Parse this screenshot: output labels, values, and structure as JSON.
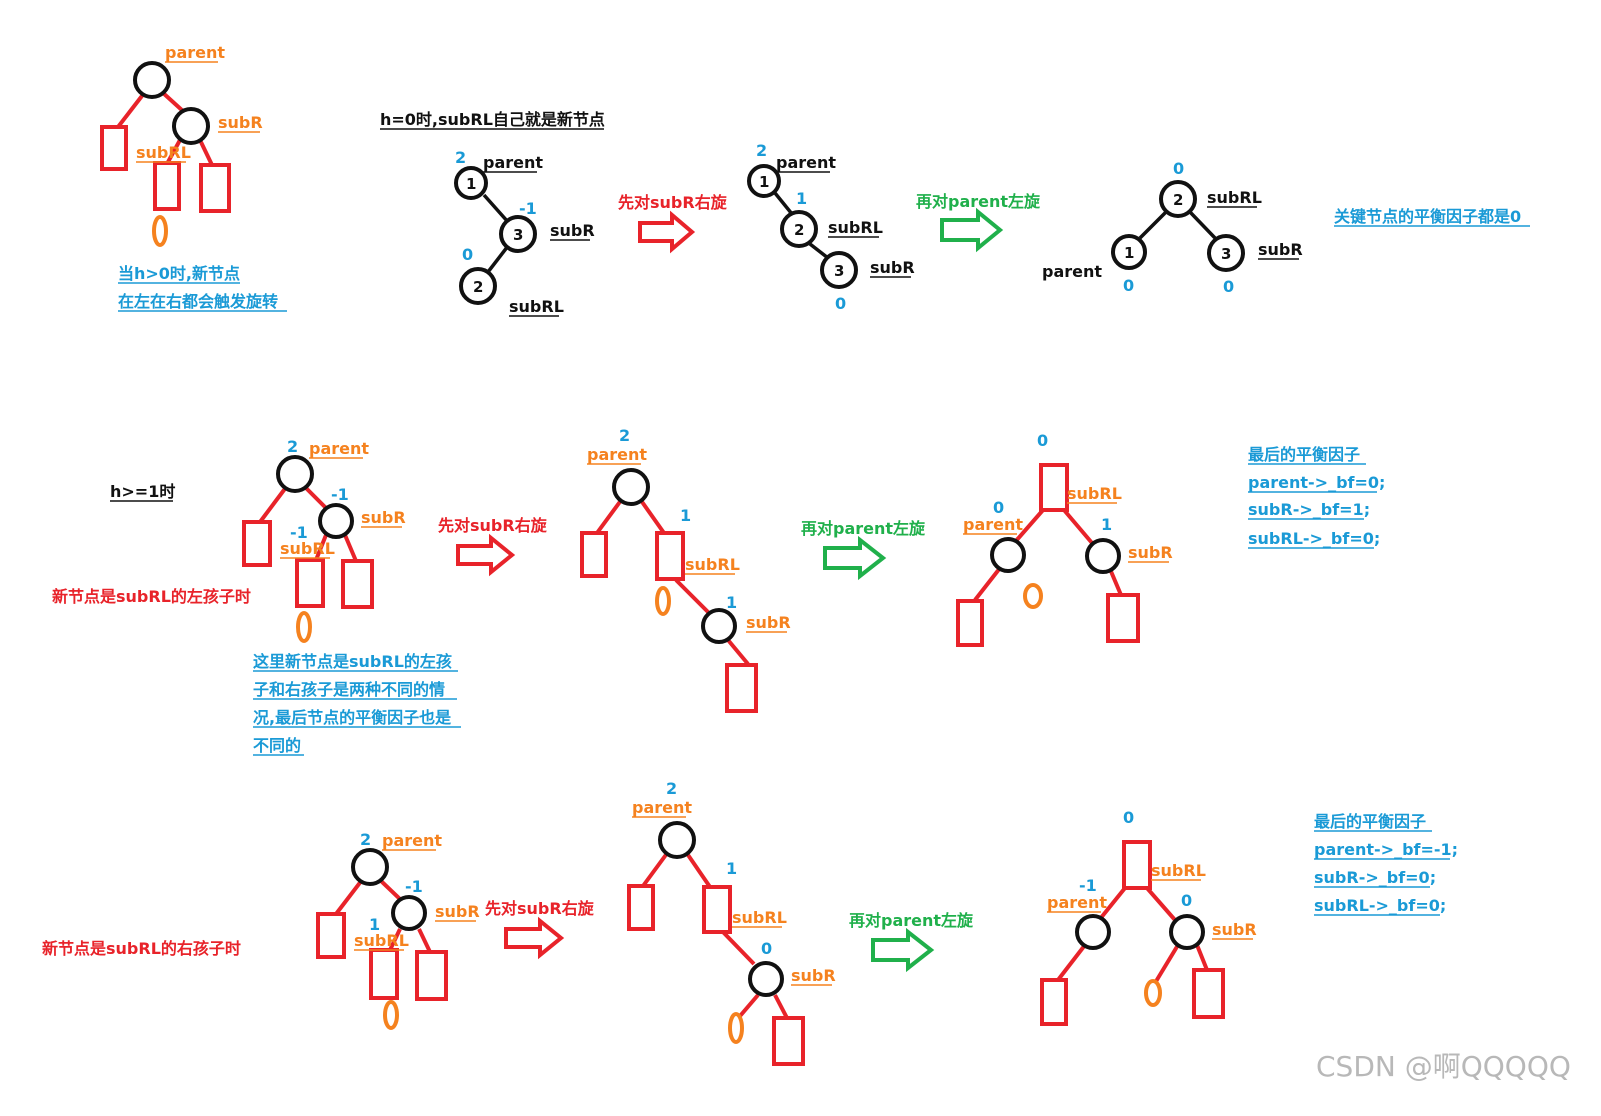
{
  "colors": {
    "red": "#e8232a",
    "orange": "#f5821f",
    "blue": "#1a9ad6",
    "green": "#20b04b",
    "black": "#111111",
    "gray": "#b8b8b8"
  },
  "icons": {
    "rotate_arrow_red": "right-hollow-arrow-red",
    "rotate_arrow_green": "right-hollow-arrow-green"
  },
  "labels": {
    "parent": "parent",
    "subR": "subR",
    "subRL": "subRL"
  },
  "top_left": {
    "caption_line1": "当h>0时,新节点",
    "caption_line2": "在左在右都会触发旋转"
  },
  "row1": {
    "title": "h=0时,subRL自己就是新节点",
    "step_right": "先对subR右旋",
    "step_left": "再对parent左旋",
    "note": "关键节点的平衡因子都是0",
    "t1": {
      "parent_key": "1",
      "parent_bf": "2",
      "subR_key": "3",
      "subR_bf": "-1",
      "subRL_key": "2",
      "subRL_bf": "0"
    },
    "t2": {
      "parent_key": "1",
      "parent_bf": "2",
      "subRL_key": "2",
      "subRL_bf": "1",
      "subR_key": "3",
      "subR_bf": "0"
    },
    "t3": {
      "subRL_key": "2",
      "subRL_bf": "0",
      "parent_key": "1",
      "parent_bf": "0",
      "subR_key": "3",
      "subR_bf": "0"
    }
  },
  "row2": {
    "title": "h>=1时",
    "case": "新节点是subRL的左孩子时",
    "step_right": "先对subR右旋",
    "step_left": "再对parent左旋",
    "explain1": "这里新节点是subRL的左孩",
    "explain2": "子和右孩子是两种不同的情",
    "explain3": "况,最后节点的平衡因子也是",
    "explain4": "不同的",
    "t1": {
      "parent_bf": "2",
      "subR_bf": "-1",
      "subRL_bf": "-1"
    },
    "t2": {
      "parent_bf": "2",
      "subRL_bf": "1",
      "subR_bf": "1"
    },
    "t3": {
      "subRL_bf": "0",
      "parent_bf": "0",
      "subR_bf": "1"
    },
    "final_title": "最后的平衡因子",
    "final1": "parent->_bf=0;",
    "final2": "subR->_bf=1;",
    "final3": "subRL->_bf=0;"
  },
  "row3": {
    "case": "新节点是subRL的右孩子时",
    "step_right": "先对subR右旋",
    "step_left": "再对parent左旋",
    "t1": {
      "parent_bf": "2",
      "subR_bf": "-1",
      "subRL_bf": "1"
    },
    "t2": {
      "parent_bf": "2",
      "subRL_bf": "1",
      "subR_bf": "0"
    },
    "t3": {
      "subRL_bf": "0",
      "parent_bf": "-1",
      "subR_bf": "0"
    },
    "final_title": "最后的平衡因子",
    "final1": "parent->_bf=-1;",
    "final2": "subR->_bf=0;",
    "final3": "subRL->_bf=0;"
  },
  "watermark": "CSDN @啊QQQQQ"
}
